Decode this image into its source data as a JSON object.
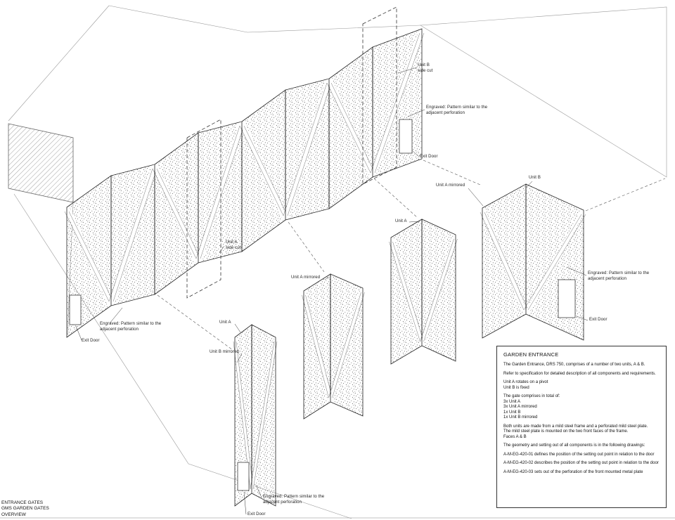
{
  "colors": {
    "ink": "#1a1a1a",
    "paper": "#ffffff",
    "stipple": "#555555"
  },
  "title_block": {
    "lines": [
      "ENTRANCE GATES",
      "GMS GARDEN GATES",
      "OVERVIEW"
    ]
  },
  "notes": {
    "title": "GARDEN ENTRANCE",
    "paragraphs": [
      "The Garden Entrance, DRS 750, comprises of a number of two units, A & B.",
      "Refer to specification for detailed description of all components and requirements.",
      "Unit A rotates on a pivot\nUnit B is fixed",
      "The gate comprises in total of:\n3x Unit A\n3x Unit A mirrored\n1x Unit B\n1x Unit B mirrored",
      "Both units are made from a mild steel frame and a perforated mild steel plate.\nThe mild steel plate is mounted on the two front faces of the frame.\nFaces A & B",
      "The geometry and setting out of all components is in the following drawings:",
      "A-M-EG-420-01 defines the position of the setting out point in relation to the door",
      "A-M-EG-420-02 describes the position of the setting out point in relation to the door",
      "A-M-EG-420-03 sets out of the perforation of the front mounted metal plate"
    ]
  },
  "annotations": [
    {
      "text": "Unit B\nside cut"
    },
    {
      "text": "Engraved: Pattern similar to the adjacent perforation"
    },
    {
      "text": "Exit Door"
    },
    {
      "text": "Unit A mirrored"
    },
    {
      "text": "Unit B"
    },
    {
      "text": "Unit A"
    },
    {
      "text": "Unit A\nside cut"
    },
    {
      "text": "Unit A mirrored"
    },
    {
      "text": "Unit A"
    },
    {
      "text": "Unit B mirrored"
    },
    {
      "text": "Engraved: Pattern similar to the adjacent perforation"
    },
    {
      "text": "Exit Door"
    },
    {
      "text": "Engraved: Pattern similar to the adjacent perforation"
    },
    {
      "text": "Exit Door"
    },
    {
      "text": "Engraved: Pattern similar to the adjacent perforation"
    },
    {
      "text": "Exit Door"
    }
  ]
}
